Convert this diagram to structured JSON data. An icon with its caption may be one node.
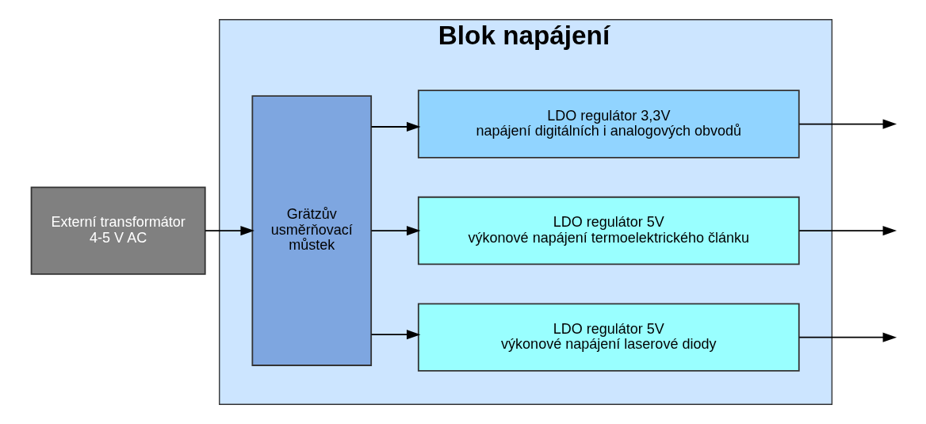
{
  "diagram": {
    "nodes": [
      {
        "text": [
          "Externí transformátor 4-5 V AC"
        ]
      },
      {
        "text": [
          "Blok napájení"
        ]
      },
      {
        "text": [
          "Grätzův usměrňovací můstek"
        ],
        "in": 1
      },
      {
        "text": [
          "LDO regulátor 3,3V",
          "napájení digitálních i analogových obvodů"
        ],
        "in": 1
      },
      {
        "text": [
          "LDO regulátor 5V",
          "výkonové napájení termoelektrického článku"
        ],
        "in": 1
      },
      {
        "text": [
          "LDO regulátor 5V",
          "výkonové napájení laserové diody"
        ],
        "in": 1
      }
    ],
    "edges": [
      {
        "from": 0,
        "to": 2,
        "arrow": "to"
      },
      {
        "from": 2,
        "to": 3,
        "arrow": "to"
      },
      {
        "from": 2,
        "to": 4,
        "arrow": "to"
      },
      {
        "from": 2,
        "to": 5,
        "arrow": "to"
      },
      {
        "from": 3,
        "to": null,
        "arrow": "to"
      },
      {
        "from": 4,
        "to": null,
        "arrow": "to"
      },
      {
        "from": 5,
        "to": null,
        "arrow": "to"
      }
    ]
  }
}
